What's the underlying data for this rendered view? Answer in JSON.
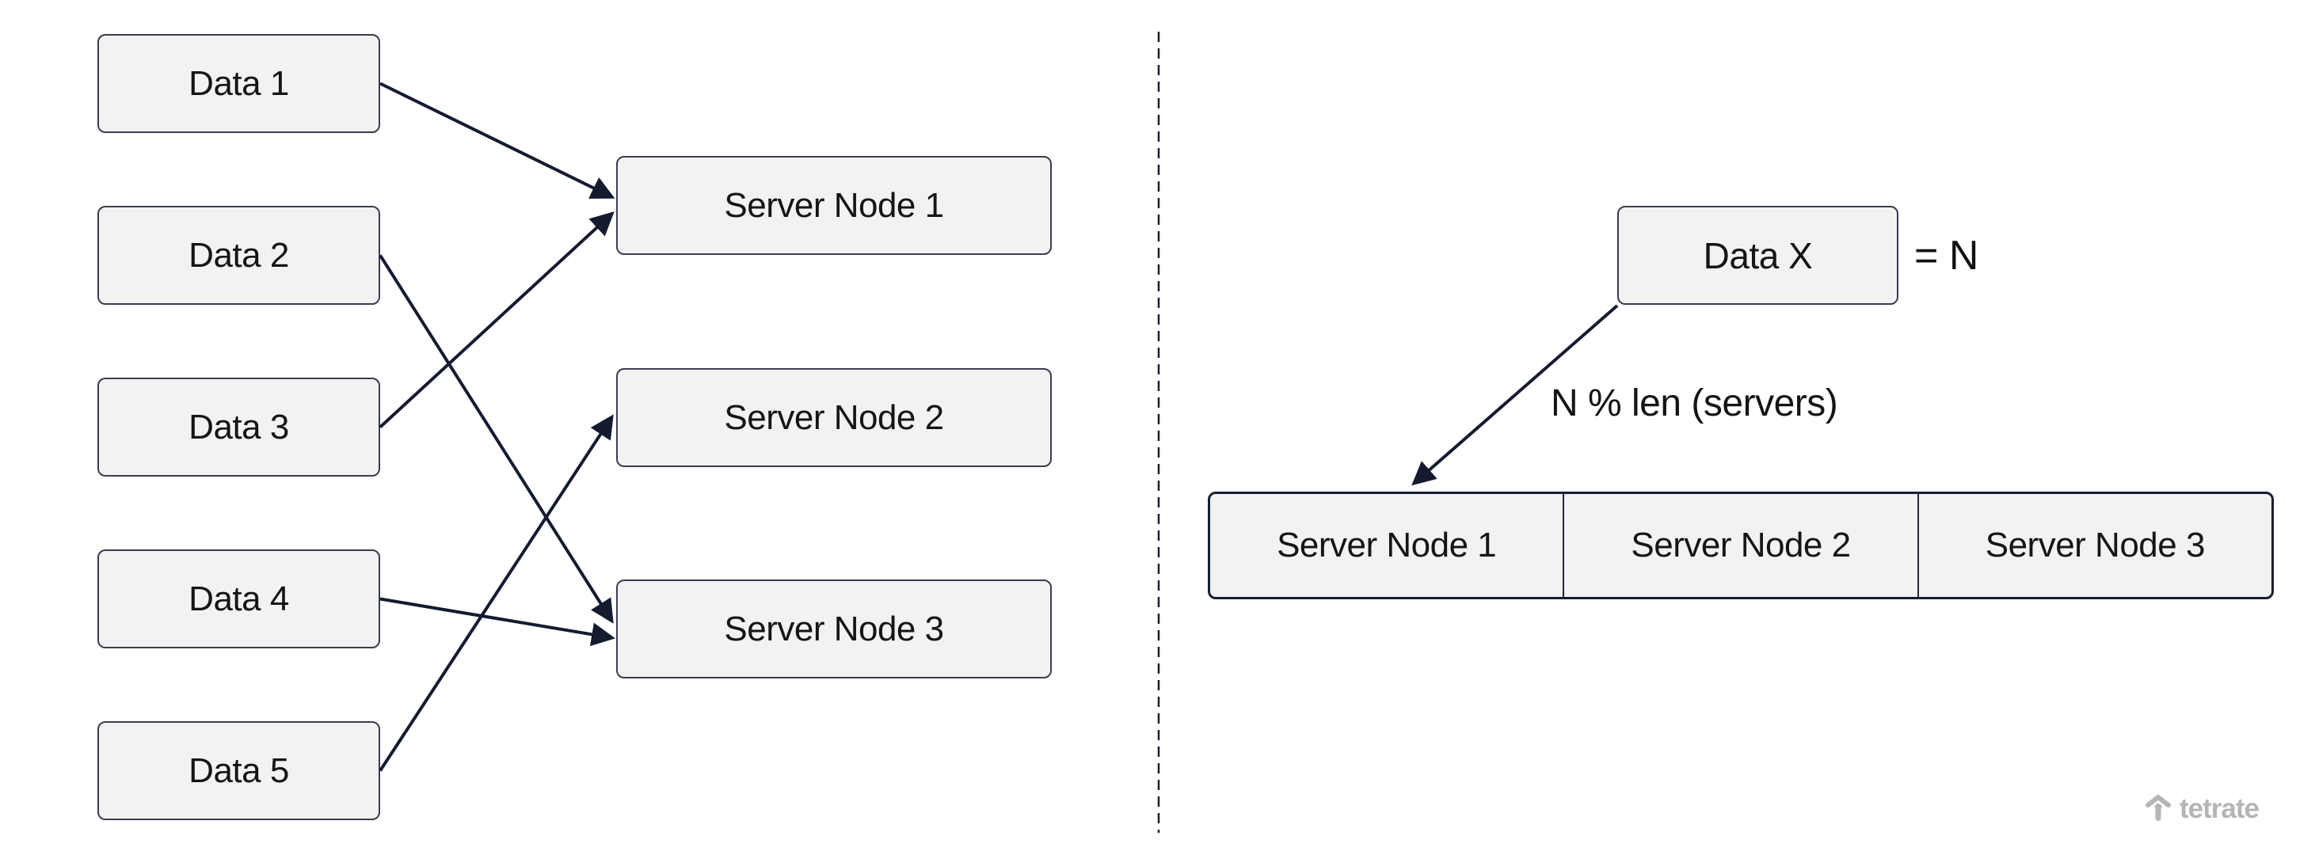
{
  "left_panel": {
    "data_nodes": [
      {
        "id": "data-1",
        "label": "Data 1"
      },
      {
        "id": "data-2",
        "label": "Data 2"
      },
      {
        "id": "data-3",
        "label": "Data 3"
      },
      {
        "id": "data-4",
        "label": "Data 4"
      },
      {
        "id": "data-5",
        "label": "Data 5"
      }
    ],
    "server_nodes": [
      {
        "id": "server-node-1",
        "label": "Server Node 1"
      },
      {
        "id": "server-node-2",
        "label": "Server Node 2"
      },
      {
        "id": "server-node-3",
        "label": "Server Node 3"
      }
    ],
    "connections": [
      {
        "from": "data-1",
        "to": "server-node-1"
      },
      {
        "from": "data-2",
        "to": "server-node-3"
      },
      {
        "from": "data-3",
        "to": "server-node-1"
      },
      {
        "from": "data-4",
        "to": "server-node-3"
      },
      {
        "from": "data-5",
        "to": "server-node-2"
      }
    ]
  },
  "right_panel": {
    "data_box": {
      "label": "Data X"
    },
    "equals_text": "= N",
    "arrow_label": "N % len (servers)",
    "server_row": [
      {
        "label": "Server Node 1"
      },
      {
        "label": "Server Node 2"
      },
      {
        "label": "Server Node 3"
      }
    ]
  },
  "branding": {
    "logo_text": "tetrate"
  },
  "colors": {
    "box_fill": "#f2f2f2",
    "box_border": "#383d50",
    "arrow": "#141a30",
    "row_border": "#181d33",
    "text": "#151515",
    "logo_gray": "#b5b5b5"
  }
}
